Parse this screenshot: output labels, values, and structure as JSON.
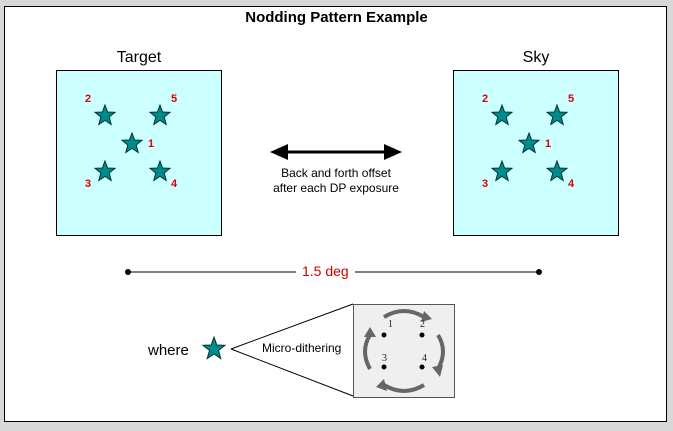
{
  "title": "Nodding Pattern Example",
  "panels": {
    "target_label": "Target",
    "sky_label": "Sky",
    "dither_numbers": [
      "1",
      "2",
      "3",
      "4",
      "5"
    ]
  },
  "offset": {
    "caption_line1": "Back and forth offset",
    "caption_line2": "after each DP exposure"
  },
  "scale": {
    "label": "1.5 deg"
  },
  "legend": {
    "where_label": "where",
    "micro_label": "Micro-dithering",
    "inset_numbers": [
      "1",
      "2",
      "3",
      "4"
    ]
  },
  "colors": {
    "panel_fill": "#ccffff",
    "star_fill": "#008b8b",
    "number_red": "#e00000",
    "scale_red": "#cc0000"
  },
  "icons": [
    "star-icon",
    "double-arrow-icon",
    "rotation-arrow-icon"
  ]
}
